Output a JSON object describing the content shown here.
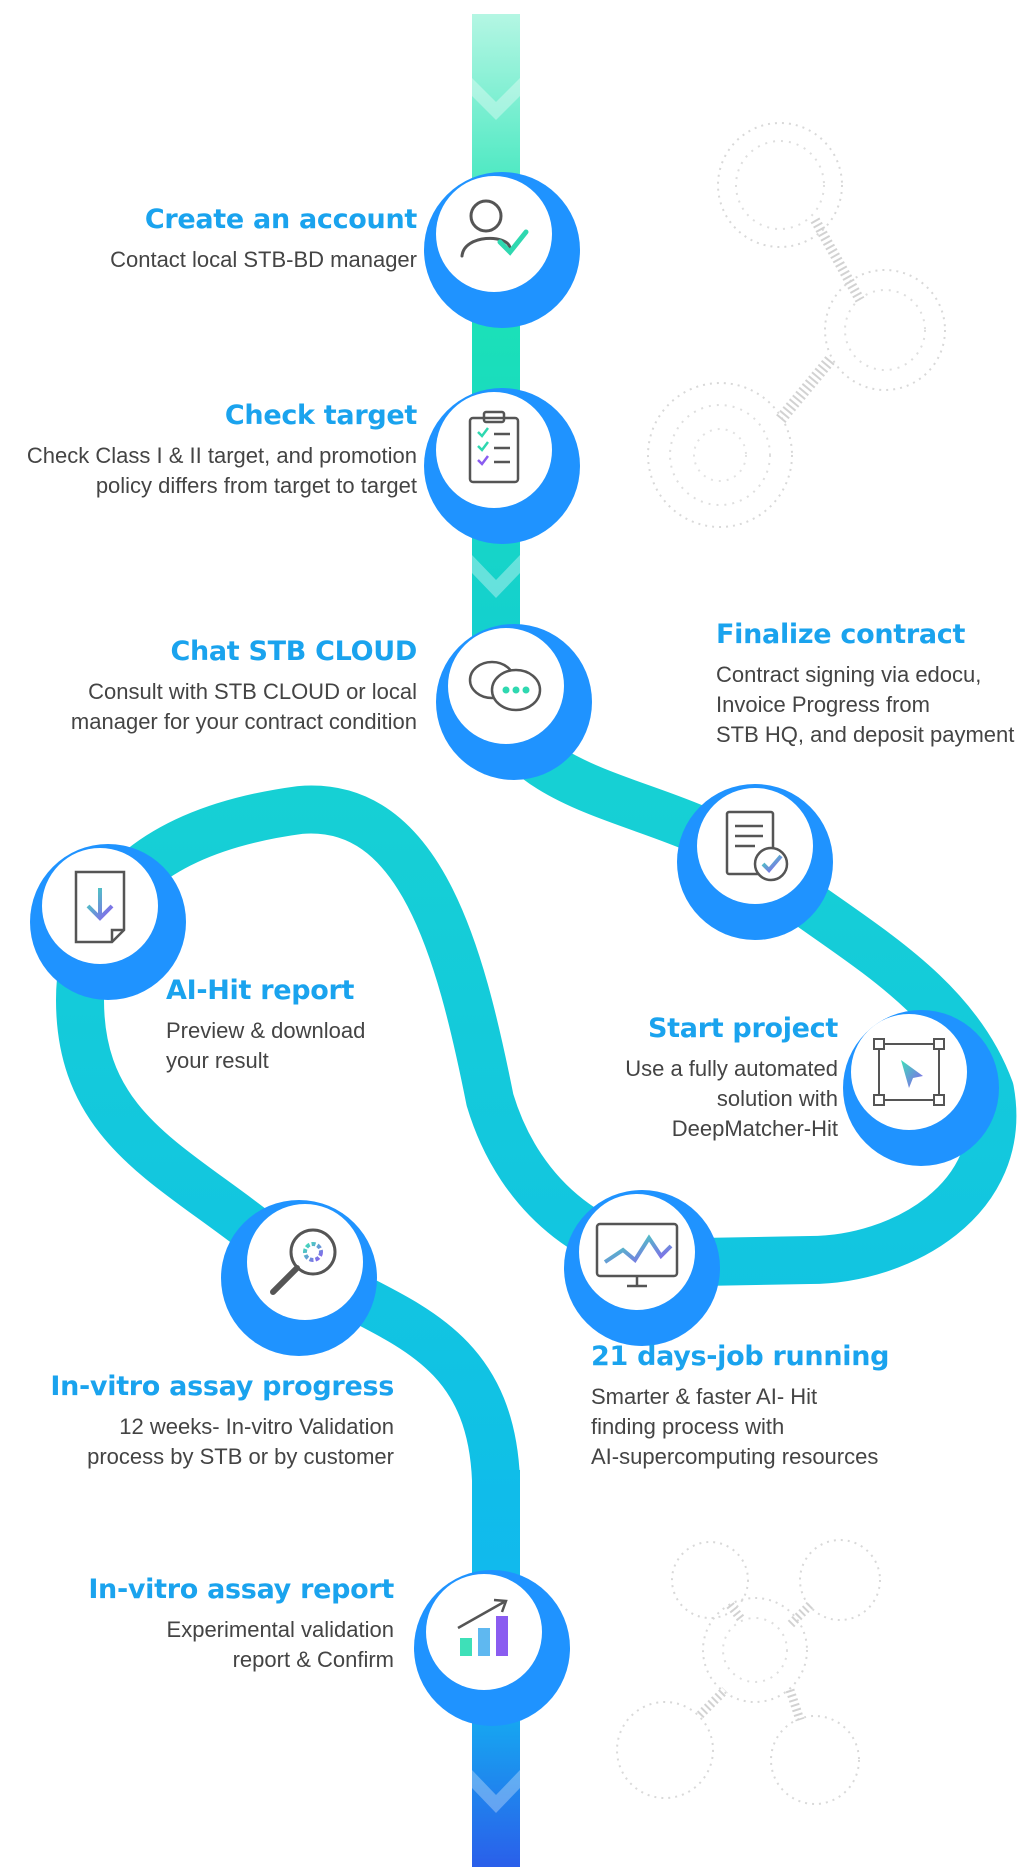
{
  "colors": {
    "title": "#1aa3ee",
    "text": "#444444",
    "path_top": "#aef4de",
    "path_green": "#1de4b3",
    "path_teal": "#12ccd4",
    "path_cyan": "#12b8ea",
    "path_blue": "#2a62ea",
    "node_blue": "#1f93ff",
    "node_face": "#ffffff",
    "molecule": "#cfcfcf"
  },
  "steps": [
    {
      "id": "create-account",
      "title": "Create an account",
      "desc": [
        "Contact local STB-BD manager"
      ],
      "icon": "user-check-icon"
    },
    {
      "id": "check-target",
      "title": "Check target",
      "desc": [
        "Check Class I & II target, and promotion",
        "policy differs from target to target"
      ],
      "icon": "clipboard-checklist-icon"
    },
    {
      "id": "chat-stb-cloud",
      "title": "Chat STB CLOUD",
      "desc": [
        "Consult with STB CLOUD or local",
        "manager for your contract condition"
      ],
      "icon": "chat-bubbles-icon"
    },
    {
      "id": "finalize-contract",
      "title": "Finalize contract",
      "desc": [
        "Contract signing via edocu,",
        "Invoice Progress from",
        "STB HQ, and deposit payment"
      ],
      "icon": "document-check-icon"
    },
    {
      "id": "start-project",
      "title": "Start project",
      "desc": [
        "Use a fully automated",
        "solution with",
        "DeepMatcher-Hit"
      ],
      "icon": "cursor-select-icon"
    },
    {
      "id": "job-running",
      "title": "21 days-job running",
      "desc": [
        "Smarter & faster AI- Hit",
        "finding process with",
        "AI-supercomputing resources"
      ],
      "icon": "monitor-chart-icon"
    },
    {
      "id": "ai-hit-report",
      "title": "AI-Hit report",
      "desc": [
        "Preview & download",
        "your result"
      ],
      "icon": "file-download-icon"
    },
    {
      "id": "invitro-progress",
      "title": "In-vitro assay progress",
      "desc": [
        "12 weeks- In-vitro Validation",
        "process by STB or by customer"
      ],
      "icon": "magnifier-gear-icon"
    },
    {
      "id": "invitro-report",
      "title": "In-vitro assay report",
      "desc": [
        "Experimental validation",
        "report  & Confirm"
      ],
      "icon": "bar-chart-up-icon"
    }
  ]
}
